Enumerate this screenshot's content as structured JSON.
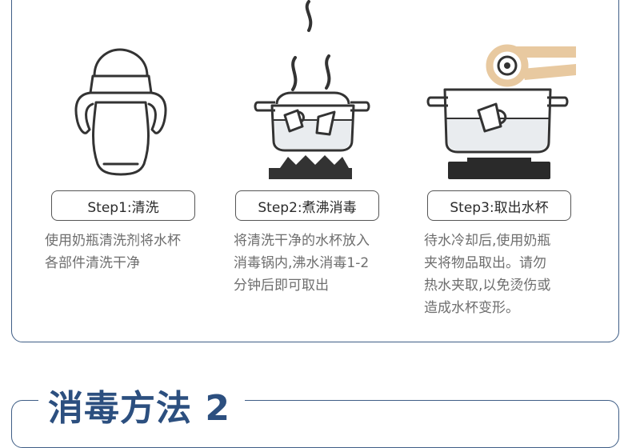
{
  "steps": [
    {
      "label": "Step1:清洗",
      "description": "使用奶瓶清洗剂将水杯\n各部件清洗干净"
    },
    {
      "label": "Step2:煮沸消毒",
      "description": "将清洗干净的水杯放入\n消毒锅内,沸水消毒1-2\n分钟后即可取出"
    },
    {
      "label": "Step3:取出水杯",
      "description": "待水冷却后,使用奶瓶\n夹将物品取出。请勿\n热水夹取,以免烫伤或\n造成水杯变形。"
    }
  ],
  "section": {
    "title": "消毒方法 2"
  },
  "colors": {
    "accent": "#2c4f7f",
    "border": "#3f5e86",
    "tongs": "#e8c9a0",
    "water": "#e9ecef"
  }
}
